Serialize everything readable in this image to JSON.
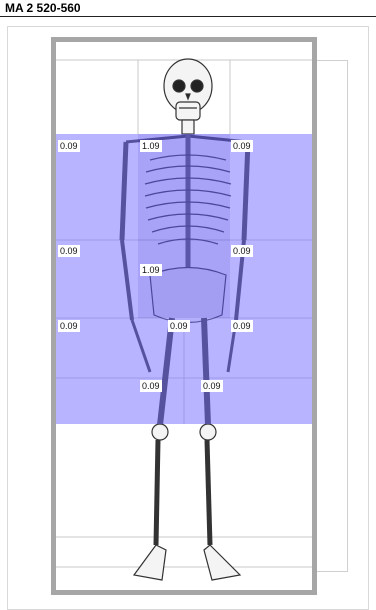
{
  "title": "MA 2 520-560",
  "colors": {
    "zone_fill": "#7670ff",
    "frame_border": "#a6a6a6",
    "grid_line": "#c8c8c8"
  },
  "labels": {
    "upper_left": "0.09",
    "chest": "1.09",
    "upper_right": "0.09",
    "mid_left": "0.09",
    "abdomen": "1.09",
    "mid_right": "0.09",
    "lower_left": "0.09",
    "pelvis": "0.09",
    "lower_right": "0.09",
    "thigh_left": "0.09",
    "thigh_right": "0.09"
  },
  "figure": {
    "icon": "human-skeleton-icon"
  }
}
